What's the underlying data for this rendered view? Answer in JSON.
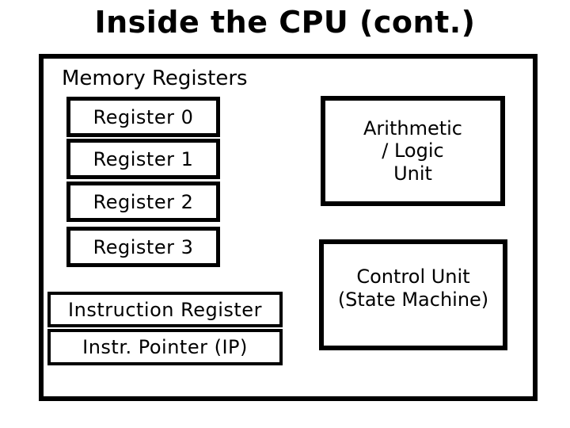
{
  "slide": {
    "title": "Inside the CPU (cont.)"
  },
  "colors": {
    "background": "#ffffff",
    "ink": "#000000"
  },
  "diagram": {
    "memory_registers_label": "Memory Registers",
    "registers": [
      {
        "label": "Register 0"
      },
      {
        "label": "Register 1"
      },
      {
        "label": "Register 2"
      },
      {
        "label": "Register 3"
      }
    ],
    "instruction_register_label": "Instruction Register",
    "instruction_pointer_label": "Instr. Pointer (IP)",
    "alu": {
      "line1": "Arithmetic",
      "line2": "/ Logic",
      "line3": "Unit"
    },
    "control_unit": {
      "line1": "Control Unit",
      "line2": "(State Machine)"
    }
  }
}
